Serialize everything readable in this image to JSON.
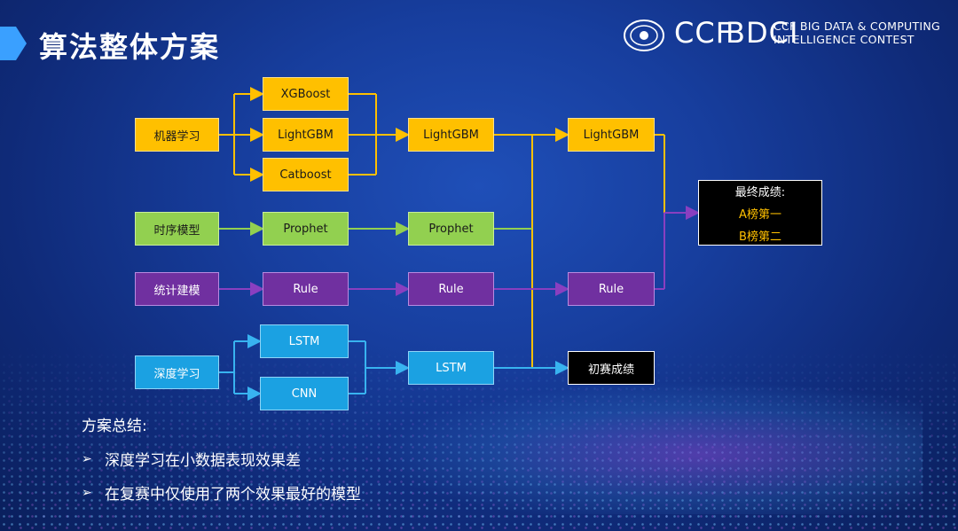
{
  "header": {
    "title": "算法整体方案",
    "ccf_mark": "CCF",
    "bdci_mark": "BDCI",
    "contest_line1": "CCF BIG DATA & COMPUTING",
    "contest_line2": "INTELLIGENCE CONTEST"
  },
  "diagram": {
    "categories": {
      "ml": "机器学习",
      "ts": "时序模型",
      "stat": "统计建模",
      "dl": "深度学习"
    },
    "stage1": {
      "xgboost": "XGBoost",
      "lightgbm": "LightGBM",
      "catboost": "Catboost",
      "prophet": "Prophet",
      "rule": "Rule",
      "lstm": "LSTM",
      "cnn": "CNN"
    },
    "stage2": {
      "lightgbm": "LightGBM",
      "prophet": "Prophet",
      "rule": "Rule",
      "lstm": "LSTM"
    },
    "stage3": {
      "lightgbm": "LightGBM",
      "rule": "Rule",
      "preliminary": "初赛成绩"
    },
    "final": {
      "title": "最终成绩:",
      "a_rank": "A榜第一",
      "b_rank": "B榜第二"
    },
    "colors": {
      "ml": "#ffc000",
      "ts": "#92d050",
      "stat": "#7030a0",
      "dl": "#1ba1e2"
    }
  },
  "summary": {
    "heading": "方案总结:",
    "bullets": [
      "深度学习在小数据表现效果差",
      "在复赛中仅使用了两个效果最好的模型"
    ],
    "bullet_icon": "arrowhead-bullet-icon"
  }
}
